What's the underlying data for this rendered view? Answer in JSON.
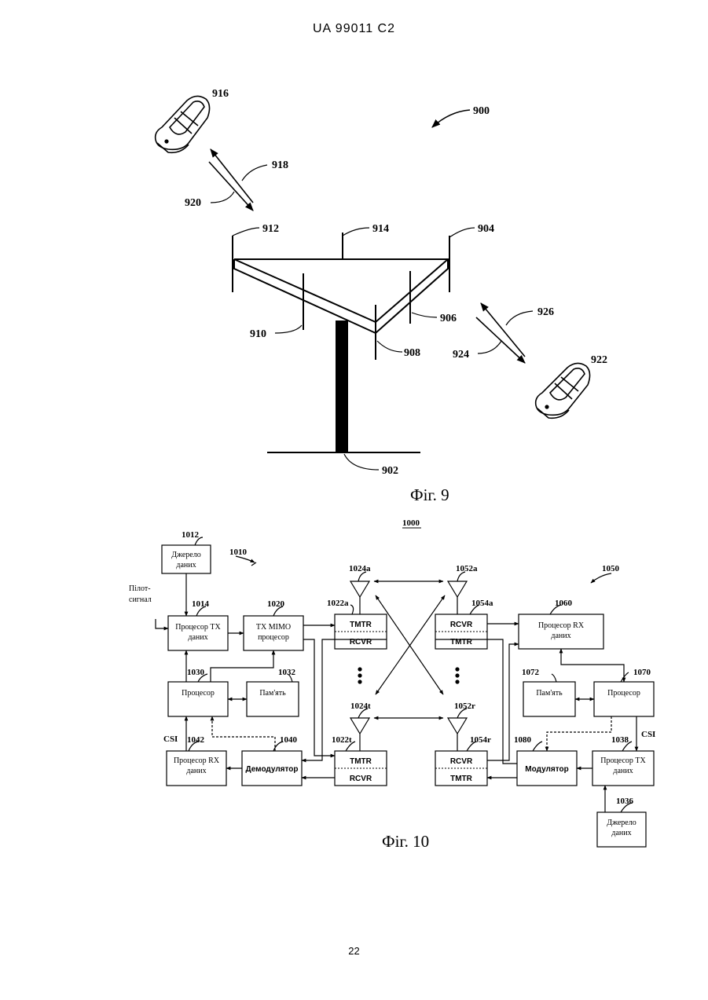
{
  "header": "UA 99011 C2",
  "page_number": "22",
  "fig9": {
    "caption": "Фіг. 9",
    "labels": {
      "l900": "900",
      "l916": "916",
      "l918": "918",
      "l920": "920",
      "l912": "912",
      "l914": "914",
      "l904": "904",
      "l910": "910",
      "l906": "906",
      "l908": "908",
      "l926": "926",
      "l924": "924",
      "l922": "922",
      "l902": "902"
    }
  },
  "fig10": {
    "caption": "Фіг. 10",
    "title": "1000",
    "refs": {
      "r1012": "1012",
      "r1010": "1010",
      "r1014": "1014",
      "r1020": "1020",
      "r1024a": "1024a",
      "r1022a": "1022a",
      "r1052a": "1052a",
      "r1054a": "1054a",
      "r1050": "1050",
      "r1060": "1060",
      "r1030": "1030",
      "r1032": "1032",
      "r1072": "1072",
      "r1070": "1070",
      "r1024t": "1024t",
      "r1052r": "1052r",
      "r1042": "1042",
      "r1040": "1040",
      "r1022t": "1022t",
      "r1054r": "1054r",
      "r1080": "1080",
      "r1038": "1038",
      "r1036": "1036"
    },
    "text": {
      "pilot_1": "Пілот-",
      "pilot_2": "сигнал",
      "csi_left": "CSI",
      "csi_right": "CSI"
    },
    "boxes": {
      "src1012_1": "Джерело",
      "src1012_2": "даних",
      "tx1014_1": "Процесор ТХ",
      "tx1014_2": "даних",
      "mimo1020_1": "TX MIMO",
      "mimo1020_2": "процесор",
      "tmtr_a": "TMTR",
      "rcvr_a": "RCVR",
      "rcvr_ar": "RCVR",
      "tmtr_ar": "TMTR",
      "rx1060_1": "Процесор RX",
      "rx1060_2": "даних",
      "proc1030": "Процесор",
      "mem1032": "Пам'ять",
      "mem1072": "Пам'ять",
      "proc1070": "Процесор",
      "rx1042_1": "Процесор RX",
      "rx1042_2": "даних",
      "demod1040": "Демодулятор",
      "tmtr_t": "TMTR",
      "rcvr_t": "RCVR",
      "rcvr_r": "RCVR",
      "tmtr_r": "TMTR",
      "mod1080": "Модулятор",
      "tx1038_1": "Процесор ТХ",
      "tx1038_2": "даних",
      "src1036_1": "Джерело",
      "src1036_2": "даних"
    }
  }
}
